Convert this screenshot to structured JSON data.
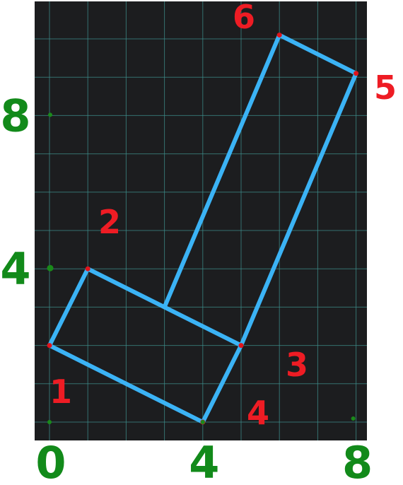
{
  "diagram": {
    "colors": {
      "background": "#1c1d1f",
      "grid": "#3d8c8a",
      "shape": "#3bb3f5",
      "vertex_dot": "#e0141c",
      "vertex_label": "#ee1c24",
      "axis_label": "#128a1a",
      "axis_dot": "#1a8a1a"
    },
    "vertices": [
      {
        "label": "1",
        "x": 0,
        "y": 2
      },
      {
        "label": "2",
        "x": 1,
        "y": 4
      },
      {
        "label": "3",
        "x": 5,
        "y": 2
      },
      {
        "label": "4",
        "x": 4,
        "y": 0
      },
      {
        "label": "5",
        "x": 8,
        "y": 9.1
      },
      {
        "label": "6",
        "x": 6,
        "y": 10.1
      }
    ],
    "extra_points": [
      {
        "name": "junction",
        "x": 3,
        "y": 3
      }
    ],
    "segments": [
      [
        "1",
        "2"
      ],
      [
        "2",
        "3"
      ],
      [
        "3",
        "4"
      ],
      [
        "4",
        "1"
      ],
      [
        "3",
        "5"
      ],
      [
        "5",
        "6"
      ],
      [
        "6",
        "junction"
      ]
    ],
    "x_axis_labels": [
      {
        "text": "0",
        "value": 0
      },
      {
        "text": "4",
        "value": 4
      },
      {
        "text": "8",
        "value": 8
      }
    ],
    "y_axis_labels": [
      {
        "text": "4",
        "value": 4
      },
      {
        "text": "8",
        "value": 8
      }
    ]
  }
}
